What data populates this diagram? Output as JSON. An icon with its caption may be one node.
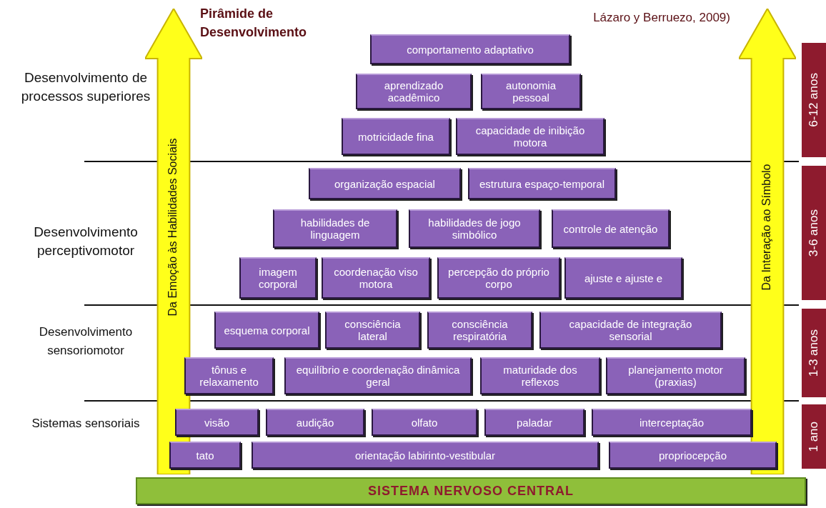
{
  "diagram": {
    "title": "Pirâmide de Desenvolvimento",
    "nodes": [
      {
        "text": [
          "Da Emoção às Habilidades Sociais"
        ]
      },
      {
        "text": [
          "Da Interação ao Símbolo"
        ]
      },
      {
        "text": [
          "6-12 anos"
        ]
      },
      {
        "text": [
          "3-6 anos"
        ]
      },
      {
        "text": [
          "1-3 anos"
        ]
      },
      {
        "text": [
          "1 ano"
        ]
      },
      {
        "text": [
          "comportamento adaptativo"
        ]
      },
      {
        "text": [
          "aprendizado acadêmico"
        ]
      },
      {
        "text": [
          "autonomia pessoal"
        ]
      },
      {
        "text": [
          "motricidade fina"
        ]
      },
      {
        "text": [
          "capacidade de inibição motora"
        ]
      },
      {
        "text": [
          "organização espacial"
        ]
      },
      {
        "text": [
          "estrutura espaço-temporal"
        ]
      },
      {
        "text": [
          "habilidades de linguagem"
        ]
      },
      {
        "text": [
          "habilidades de jogo simbólico"
        ]
      },
      {
        "text": [
          "controle de atenção"
        ]
      },
      {
        "text": [
          "imagem corporal"
        ]
      },
      {
        "text": [
          "coordenação viso motora"
        ]
      },
      {
        "text": [
          "percepção do próprio corpo"
        ]
      },
      {
        "text": [
          "ajuste e ajuste e"
        ]
      },
      {
        "text": [
          "esquema corporal"
        ]
      },
      {
        "text": [
          "consciência lateral"
        ]
      },
      {
        "text": [
          "consciência respiratória"
        ]
      },
      {
        "text": [
          "capacidade de integração sensorial"
        ]
      },
      {
        "text": [
          "tônus e relaxamento"
        ]
      },
      {
        "text": [
          "equilíbrio e coordenação dinâmica geral"
        ]
      },
      {
        "text": [
          "maturidade dos reflexos"
        ]
      },
      {
        "text": [
          "planejamento motor (praxias)"
        ]
      },
      {
        "text": [
          "visão"
        ]
      },
      {
        "text": [
          "audição"
        ]
      },
      {
        "text": [
          "olfato"
        ]
      },
      {
        "text": [
          "paladar"
        ]
      },
      {
        "text": [
          "interceptação"
        ]
      },
      {
        "text": [
          "tato"
        ]
      },
      {
        "text": [
          "orientação labirinto-vestibular"
        ]
      },
      {
        "text": [
          "propriocepção"
        ]
      },
      {
        "text": [
          "SISTEMA NERVOSO CENTRAL"
        ]
      }
    ],
    "edges": [],
    "labels": [
      "Lázaro y Berruezo, 2009)",
      "Desenvolvimento de processos superiores",
      "Desenvolvimento perceptivomotor",
      "Desenvolvimento sensoriomotor",
      "Sistemas sensoriais"
    ]
  }
}
